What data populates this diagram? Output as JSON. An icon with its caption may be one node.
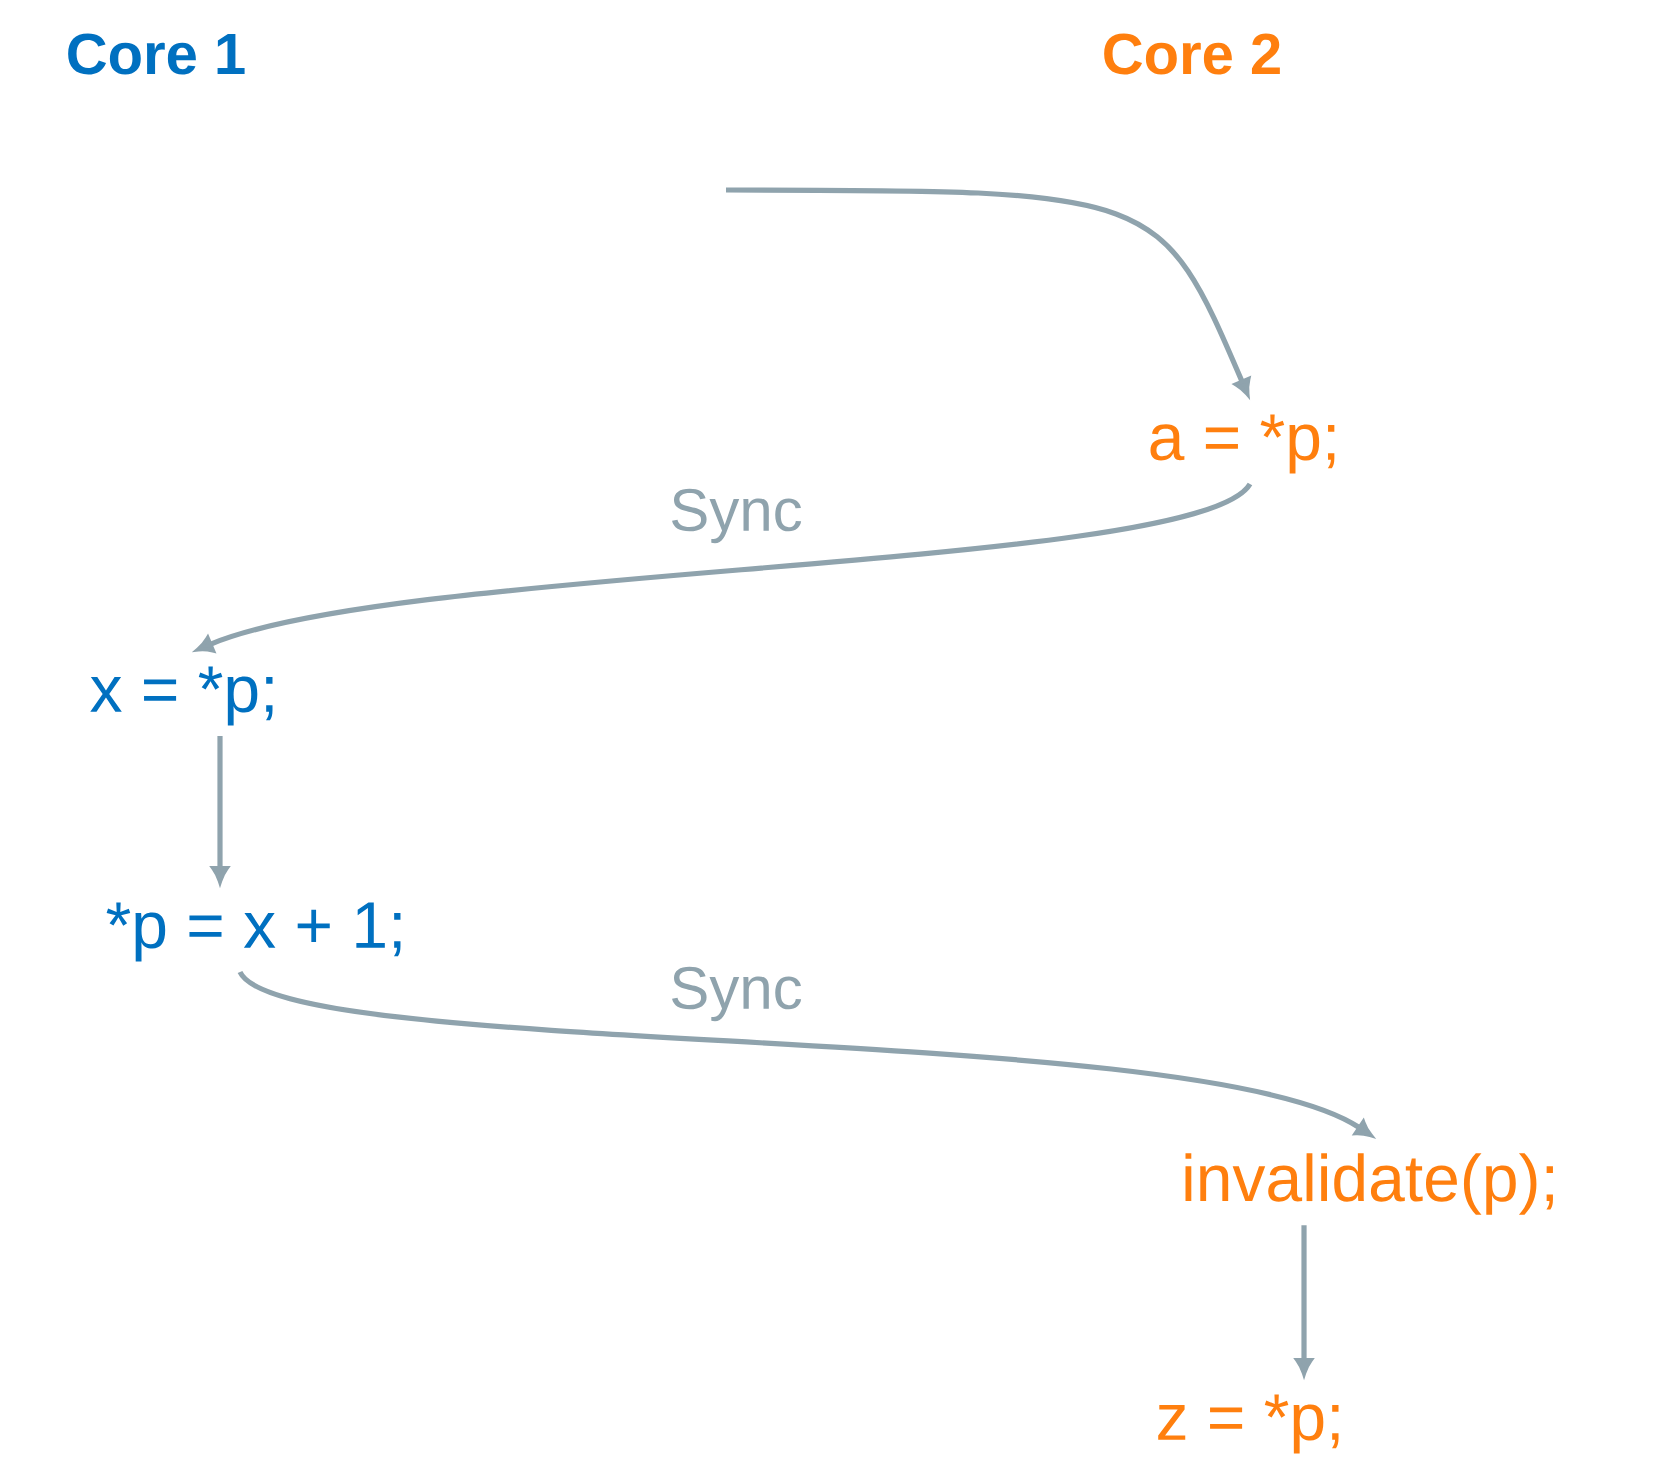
{
  "diagram": {
    "nodes": [
      {
        "text": [
          "a = *p;"
        ]
      },
      {
        "text": [
          "x = *p;"
        ]
      },
      {
        "text": [
          "*p = x + 1;"
        ]
      },
      {
        "text": [
          "invalidate(p);"
        ]
      },
      {
        "text": [
          "z = *p;"
        ]
      }
    ],
    "edges": [
      {
        "from": null,
        "to": 0,
        "arrow": "to"
      },
      {
        "from": 0,
        "to": 1,
        "arrow": "to",
        "label": "Sync"
      },
      {
        "from": 1,
        "to": 2,
        "arrow": "to"
      },
      {
        "from": 2,
        "to": 3,
        "arrow": "to",
        "label": "Sync"
      },
      {
        "from": 3,
        "to": 4,
        "arrow": "to"
      }
    ],
    "labels": [
      "Core 1",
      "Core 2"
    ]
  }
}
